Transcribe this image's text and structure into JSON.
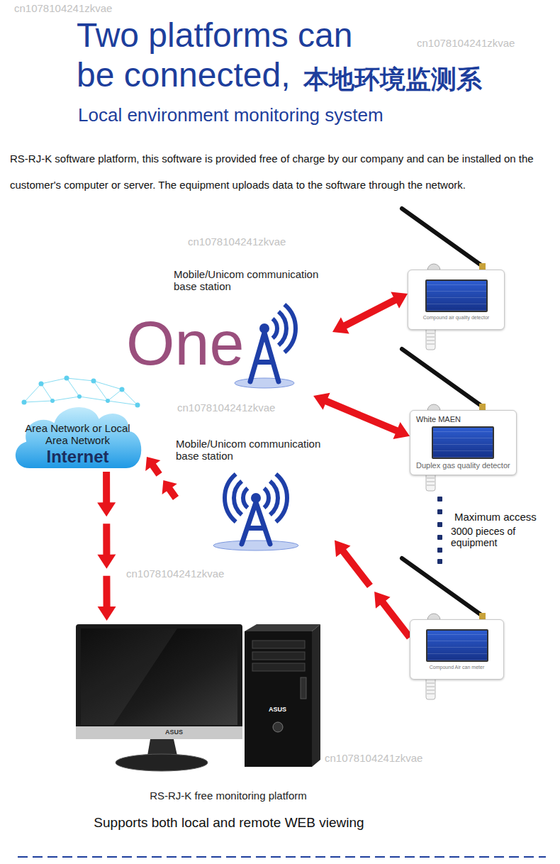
{
  "diagram": {
    "title": "Two platforms can be connected,",
    "caption": "Supports both local and remote WEB viewing",
    "nodes": [
      {
        "text": [
          "Compound air quality detector"
        ]
      },
      {
        "text": [
          "Mobile/Unicom communication base station"
        ]
      },
      {
        "text": [
          "White MAEN",
          "Duplex gas quality detector"
        ]
      },
      {
        "text": [
          "Area Network or Local Area Network",
          "Internet"
        ]
      },
      {
        "text": [
          "Mobile/Unicom communication base station"
        ]
      },
      {
        "text": [
          "Compound Air can meter"
        ]
      },
      {
        "text": [
          "RS-RJ-K free monitoring platform"
        ]
      }
    ],
    "edges": [
      {
        "from": 0,
        "to": 1,
        "arrow": "both"
      },
      {
        "from": 1,
        "to": 2,
        "arrow": "both"
      },
      {
        "from": 5,
        "to": 4,
        "arrow": "to"
      },
      {
        "from": 4,
        "to": 3,
        "arrow": "to"
      },
      {
        "from": 3,
        "to": 6,
        "arrow": "to"
      }
    ],
    "labels": [
      "Local environment monitoring system",
      "本地环境监测系",
      "RS-RJ-K software platform, this software is provided free of charge by our company and can be installed on the customer's computer or server. The equipment uploads data to the software through the network.",
      "cn1078104241zkvae",
      "cn1078104241zkvae",
      "cn1078104241zkvae",
      "One",
      "cn1078104241zkvae",
      "Maximum access",
      "3000 pieces of equipment",
      "cn1078104241zkvae",
      "ASUS",
      "ASUS",
      "cn1078104241zkvae"
    ]
  }
}
